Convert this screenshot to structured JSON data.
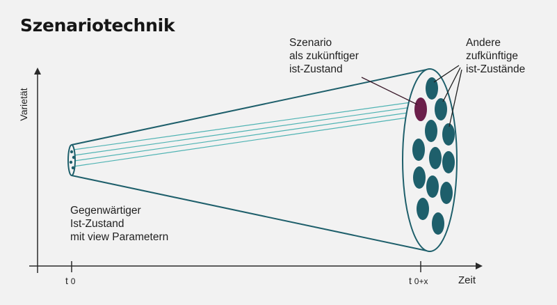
{
  "title": "Szenariotechnik",
  "axes": {
    "y_label": "Varietät",
    "x_label": "Zeit",
    "tick_t0": {
      "main": "t",
      "sub": "0"
    },
    "tick_tx": {
      "main": "t",
      "sub": "0+x"
    }
  },
  "labels": {
    "scenario": [
      "Szenario",
      "als zukünftiger",
      "ist-Zustand"
    ],
    "others": [
      "Andere",
      "zufkünftige",
      "ist-Zustände"
    ],
    "current": [
      "Gegenwärtiger",
      "Ist-Zustand",
      "mit view Parametern"
    ]
  },
  "colors": {
    "background": "#f2f2f2",
    "cone_stroke": "#1e5f6b",
    "ellipse_fill": "#1e5f6b",
    "scenario_fill": "#6b1f4a",
    "light_lines": "#4fb3b3",
    "axis": "#2a2a2a"
  }
}
